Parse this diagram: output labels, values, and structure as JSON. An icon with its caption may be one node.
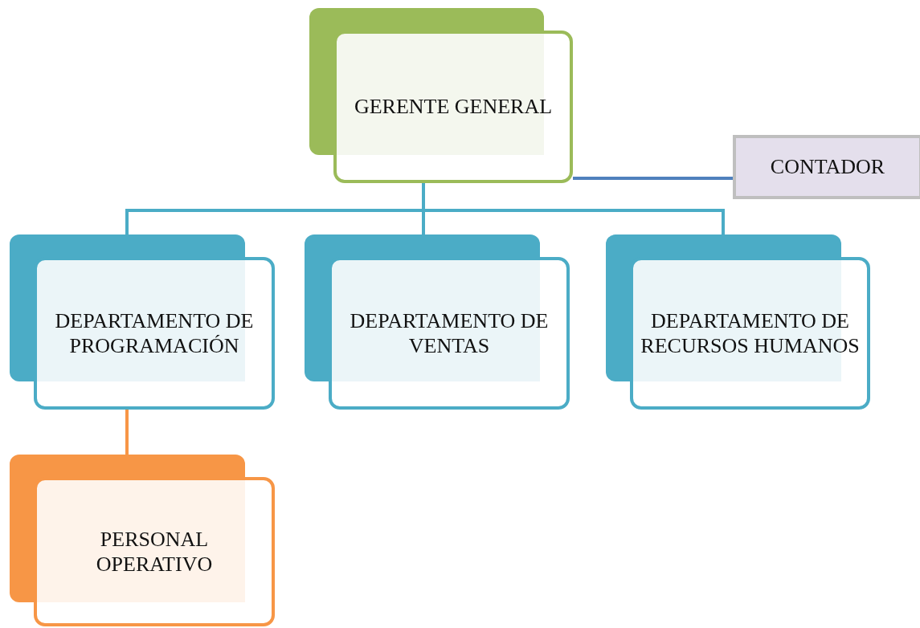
{
  "diagram": {
    "nodes": [
      {
        "text": [
          "GERENTE GENERAL"
        ]
      },
      {
        "text": [
          "CONTADOR"
        ]
      },
      {
        "text": [
          "DEPARTAMENTO DE PROGRAMACIÓN"
        ]
      },
      {
        "text": [
          "DEPARTAMENTO DE VENTAS"
        ]
      },
      {
        "text": [
          "DEPARTAMENTO DE RECURSOS HUMANOS"
        ]
      },
      {
        "text": [
          "PERSONAL OPERATIVO"
        ]
      }
    ],
    "edges": [
      {
        "from": 0,
        "to": 1,
        "arrow": "none",
        "color": "#4f81bd"
      },
      {
        "from": 0,
        "to": 2,
        "arrow": "none"
      },
      {
        "from": 0,
        "to": 3,
        "arrow": "none"
      },
      {
        "from": 0,
        "to": 4,
        "arrow": "none"
      },
      {
        "from": 2,
        "to": 5,
        "arrow": "none",
        "color": "#f79646"
      }
    ]
  }
}
